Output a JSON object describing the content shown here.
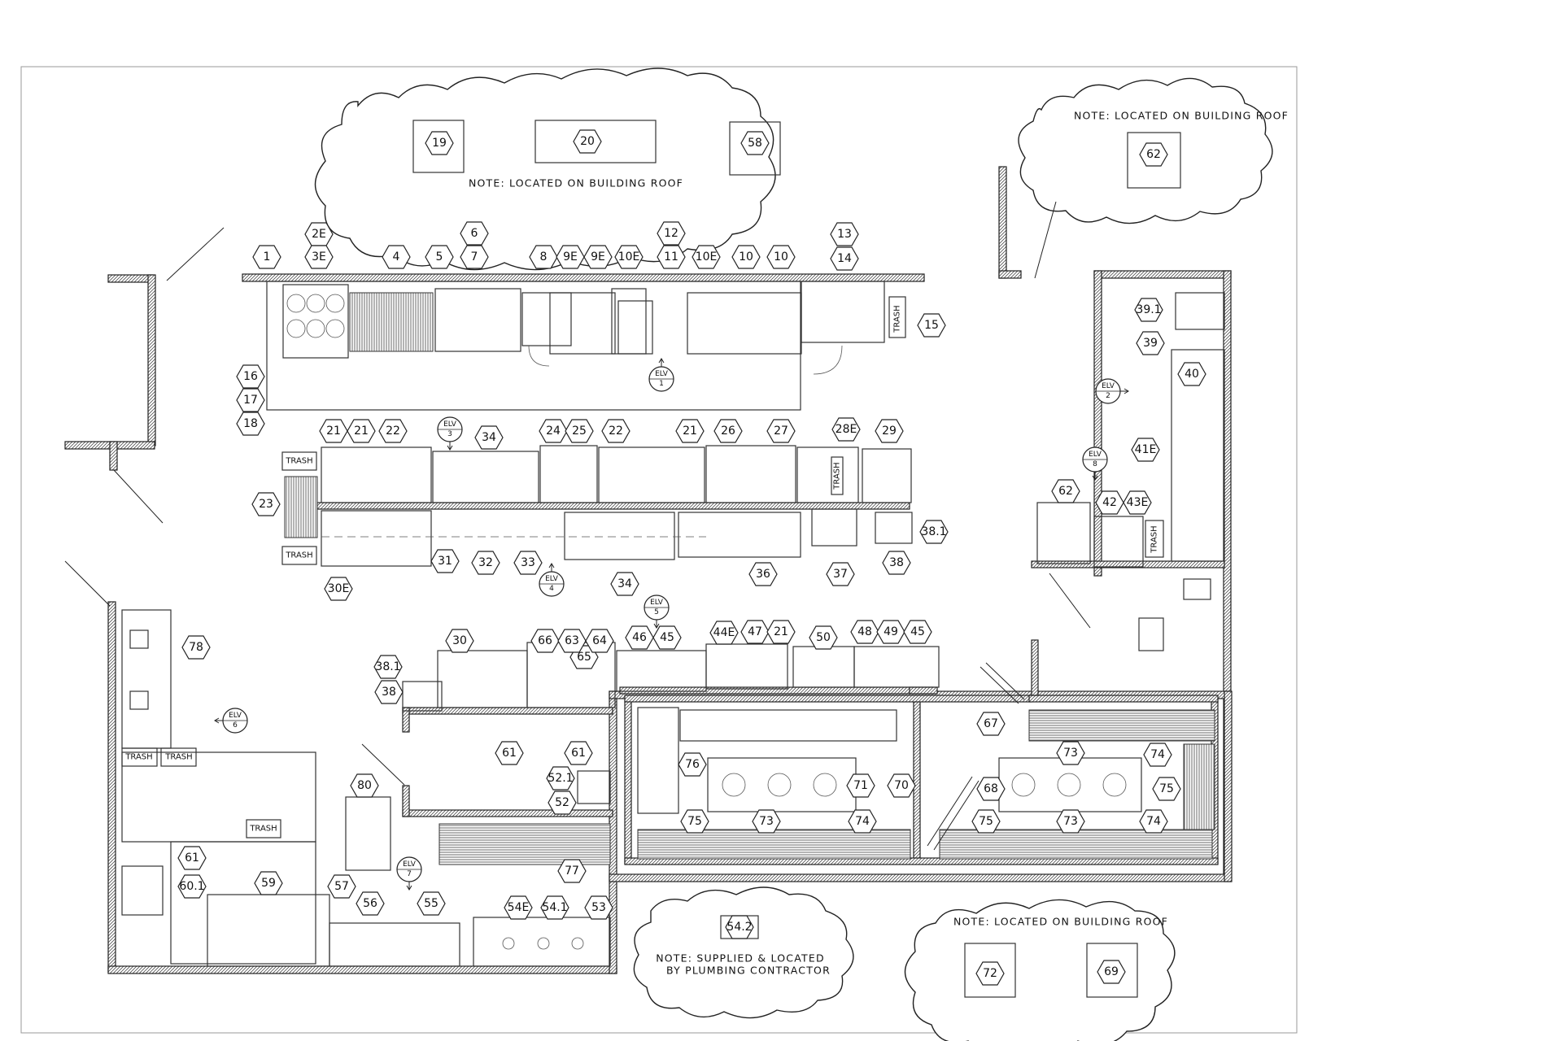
{
  "notes": {
    "roof_note": "NOTE:  LOCATED  ON  BUILDING  ROOF",
    "plumbing_line1": "NOTE:  SUPPLIED  &  LOCATED",
    "plumbing_line2": "BY  PLUMBING  CONTRACTOR"
  },
  "trash_label": "TRASH",
  "elv_label": "ELV",
  "elevations": [
    "1",
    "2",
    "3",
    "4",
    "5",
    "6",
    "7",
    "8"
  ],
  "tags": {
    "t1": "1",
    "t2e": "2E",
    "t3e": "3E",
    "t4": "4",
    "t5": "5",
    "t6": "6",
    "t7": "7",
    "t8": "8",
    "t9e": "9E",
    "t10e": "10E",
    "t10": "10",
    "t11": "11",
    "t12": "12",
    "t13": "13",
    "t14": "14",
    "t15": "15",
    "t16": "16",
    "t17": "17",
    "t18": "18",
    "t19": "19",
    "t20": "20",
    "t21": "21",
    "t22": "22",
    "t23": "23",
    "t24": "24",
    "t25": "25",
    "t26": "26",
    "t27": "27",
    "t28e": "28E",
    "t29": "29",
    "t30": "30",
    "t30e": "30E",
    "t31": "31",
    "t32": "32",
    "t33": "33",
    "t34": "34",
    "t36": "36",
    "t37": "37",
    "t38": "38",
    "t38_1": "38.1",
    "t39": "39",
    "t39_1": "39.1",
    "t40": "40",
    "t41e": "41E",
    "t42": "42",
    "t43e": "43E",
    "t44e": "44E",
    "t45": "45",
    "t46": "46",
    "t47": "47",
    "t48": "48",
    "t49": "49",
    "t50": "50",
    "t52": "52",
    "t52_1": "52.1",
    "t53": "53",
    "t54e": "54E",
    "t54_1": "54.1",
    "t54_2": "54.2",
    "t55": "55",
    "t56": "56",
    "t57": "57",
    "t58": "58",
    "t59": "59",
    "t60_1": "60.1",
    "t61": "61",
    "t62": "62",
    "t63": "63",
    "t64": "64",
    "t65": "65",
    "t66": "66",
    "t67": "67",
    "t68": "68",
    "t69": "69",
    "t70": "70",
    "t71": "71",
    "t72": "72",
    "t73": "73",
    "t74": "74",
    "t75": "75",
    "t76": "76",
    "t77": "77",
    "t78": "78",
    "t80": "80"
  }
}
